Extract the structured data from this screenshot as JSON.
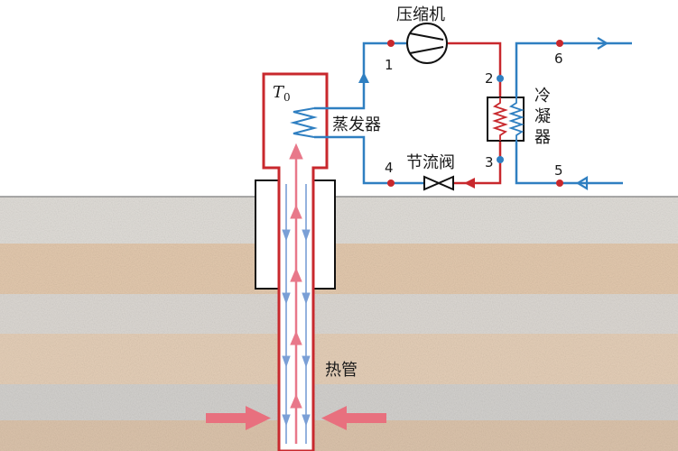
{
  "labels": {
    "compressor": "压缩机",
    "evaporator": "蒸发器",
    "condenser": [
      "冷",
      "凝",
      "器"
    ],
    "throttle_valve": "节流阀",
    "heat_pipe": "热管",
    "temperature_symbol": "T",
    "temperature_subscript": "0"
  },
  "state_points": [
    "1",
    "2",
    "3",
    "4",
    "5",
    "6"
  ],
  "colors": {
    "hot_line": "#c8282d",
    "cold_line": "#2f7fc1",
    "point_red": "#c8282d",
    "point_blue": "#2f7fc1",
    "up_arrow": "#e8788a",
    "down_arrow": "#7a9fd6",
    "inflow_arrow": "#e8707e"
  }
}
